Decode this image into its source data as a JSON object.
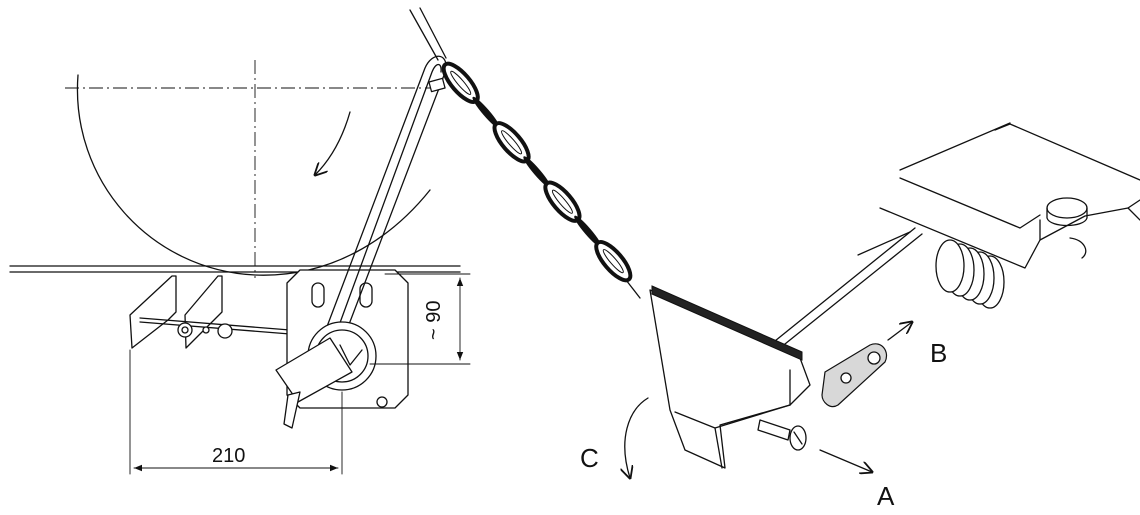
{
  "diagram": {
    "dimensions": {
      "width_label": "210",
      "height_label": "~ 90"
    },
    "callouts": {
      "a": "A",
      "b": "B",
      "c": "C"
    }
  }
}
